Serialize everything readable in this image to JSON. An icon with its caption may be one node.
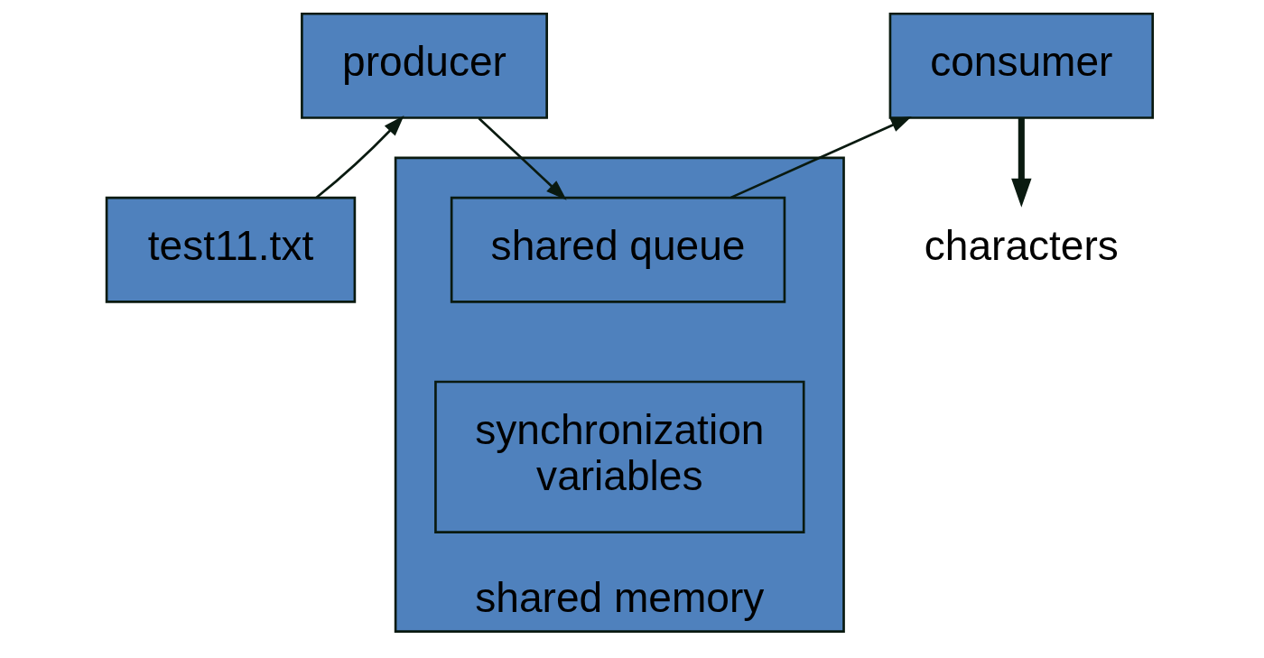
{
  "diagram": {
    "nodes": [
      {
        "text": [
          "producer"
        ]
      },
      {
        "text": [
          "consumer"
        ]
      },
      {
        "text": [
          "test11.txt"
        ]
      },
      {
        "text": [
          "shared memory"
        ]
      },
      {
        "text": [
          "shared queue"
        ],
        "in": 3
      },
      {
        "text": [
          "synchronization variables"
        ],
        "in": 3
      },
      {
        "text": [
          "characters"
        ]
      }
    ],
    "edges": [
      {
        "from": 2,
        "to": 0,
        "arrow": "to"
      },
      {
        "from": 0,
        "to": 4,
        "arrow": "to"
      },
      {
        "from": 4,
        "to": 1,
        "arrow": "to"
      },
      {
        "from": 1,
        "to": 6,
        "arrow": "to",
        "style": "thick"
      }
    ]
  }
}
